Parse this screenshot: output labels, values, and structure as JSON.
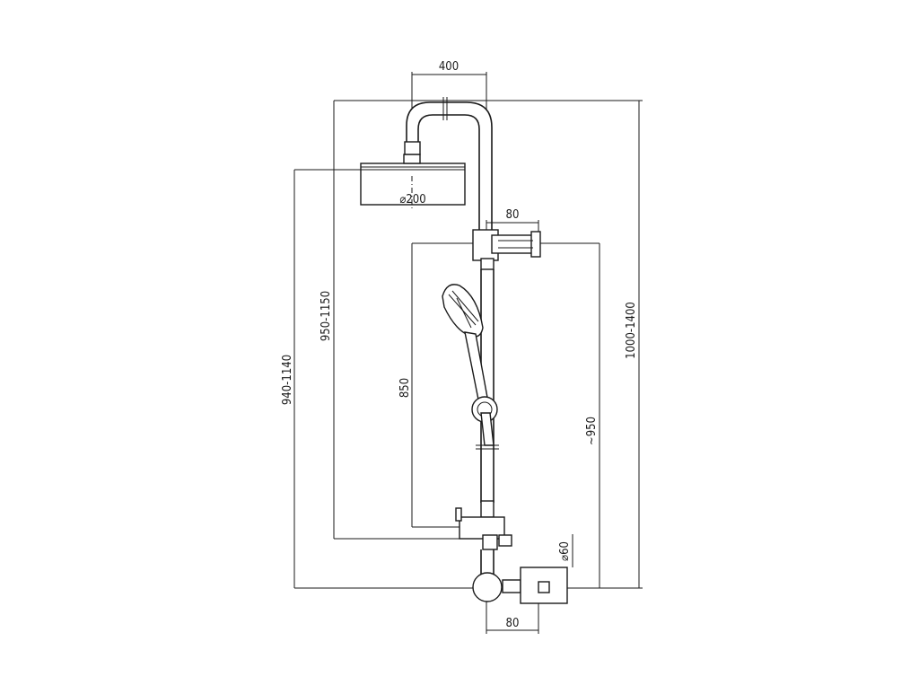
{
  "dimensions": {
    "top_width": "400",
    "head_diameter": "⌀200",
    "bracket_width": "80",
    "bottom_width": "80",
    "valve_diameter": "⌀60",
    "slide_rail": "850",
    "height_slide": "~950",
    "height_total": "1000-1400",
    "height_head": "950-1150",
    "height_head_low": "940-1140"
  },
  "colors": {
    "line": "#1a1a1a",
    "background": "#ffffff"
  }
}
